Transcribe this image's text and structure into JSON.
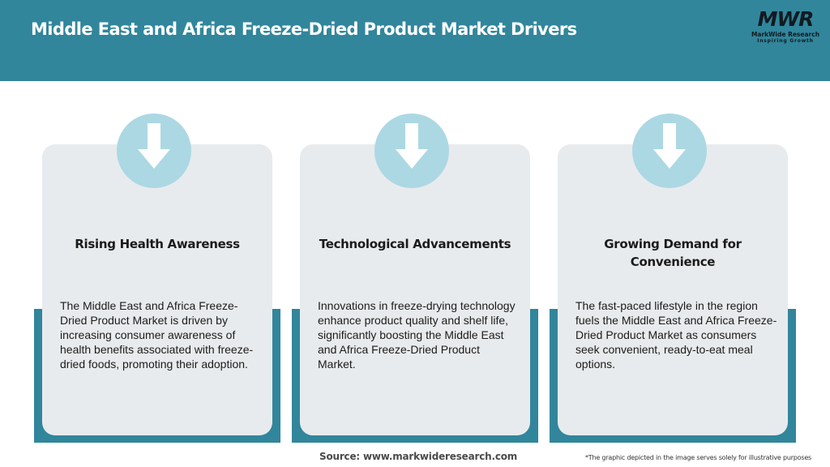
{
  "header": {
    "title": "Middle East and Africa Freeze-Dried Product Market Drivers",
    "background_color": "#31869c"
  },
  "logo": {
    "mark": "MWR",
    "name": "MarkWide Research",
    "tagline": "Inspiring Growth"
  },
  "cards": [
    {
      "icon": "arrow-down-icon",
      "title": "Rising Health Awareness",
      "body": "The Middle East and Africa Freeze-Dried Product Market is driven by increasing consumer awareness of health benefits associated with freeze-dried foods, promoting their adoption."
    },
    {
      "icon": "arrow-down-icon",
      "title": "Technological Advancements",
      "body": "Innovations in freeze-drying technology enhance product quality and shelf life, significantly boosting the Middle East and Africa Freeze-Dried Product Market."
    },
    {
      "icon": "arrow-down-icon",
      "title": "Growing Demand for Convenience",
      "body": "The fast-paced lifestyle in the region fuels the Middle East and Africa Freeze-Dried Product Market as consumers seek convenient, ready-to-eat meal options."
    }
  ],
  "colors": {
    "accent": "#31869c",
    "card_bg": "#e8ebed",
    "icon_circle": "#acd8e3"
  },
  "footer": {
    "source": "Source: www.markwideresearch.com",
    "note": "*The graphic depicted in the image serves solely for illustrative purposes"
  }
}
